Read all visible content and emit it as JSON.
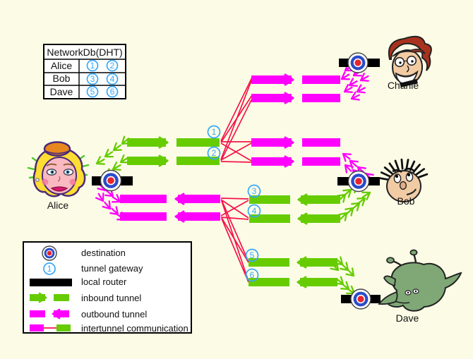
{
  "colors": {
    "background": "#FCFCE6",
    "inbound_green": "#66CC00",
    "outbound_magenta": "#FF00FF",
    "intertunnel_red": "#F5134B",
    "gateway_blue": "#38A8F8",
    "destination_blue": "#2B4BC8",
    "destination_red": "#E8242C",
    "router_black": "#000000"
  },
  "networkdb": {
    "title": "NetworkDb(DHT)",
    "rows": [
      {
        "name": "Alice",
        "gateways": [
          "1",
          "2"
        ]
      },
      {
        "name": "Bob",
        "gateways": [
          "3",
          "4"
        ]
      },
      {
        "name": "Dave",
        "gateways": [
          "5",
          "6"
        ]
      }
    ]
  },
  "actors": {
    "alice": "Alice",
    "bob": "Bob",
    "charlie": "Charlie",
    "dave": "Dave"
  },
  "gateways": [
    "1",
    "2",
    "3",
    "4",
    "5",
    "6"
  ],
  "legend": {
    "gateway_sample": "1",
    "items": [
      {
        "label": "destination"
      },
      {
        "label": "tunnel gateway"
      },
      {
        "label": "local router"
      },
      {
        "label": "inbound tunnel"
      },
      {
        "label": "outbound tunnel"
      },
      {
        "label": "intertunnel communication"
      }
    ]
  }
}
